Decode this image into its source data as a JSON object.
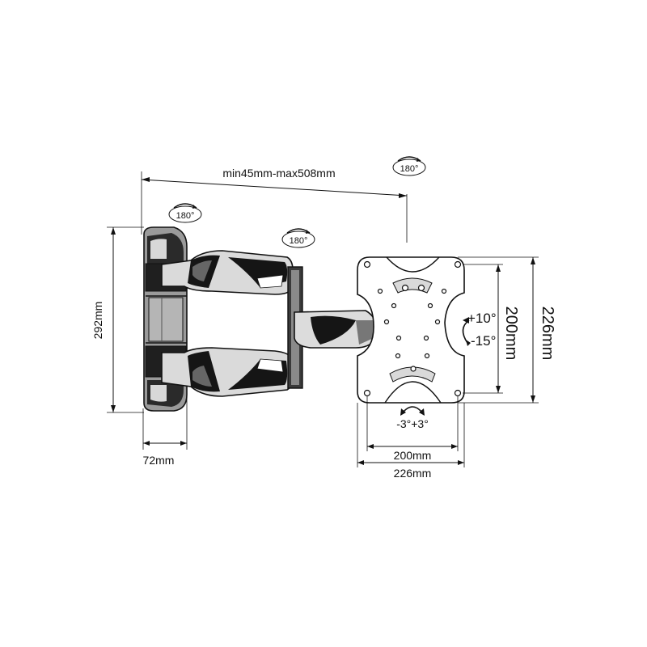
{
  "dimensions": {
    "extension": "min45mm-max508mm",
    "wall_height": "292mm",
    "wall_depth": "72mm",
    "vesa_v_inner": "200mm",
    "vesa_v_outer": "226mm",
    "vesa_h_inner": "200mm",
    "vesa_h_outer": "226mm"
  },
  "rotations": {
    "wall_joint": "180°",
    "mid_joint": "180°",
    "head_joint": "180°"
  },
  "tilt": {
    "up": "+10°",
    "down": "-15°"
  },
  "roll": {
    "label": "-3°+3°"
  },
  "colors": {
    "line": "#111111",
    "body_dark": "#1a1a1a",
    "body_mid": "#6e6e6e",
    "body_light": "#cfcfcf"
  }
}
